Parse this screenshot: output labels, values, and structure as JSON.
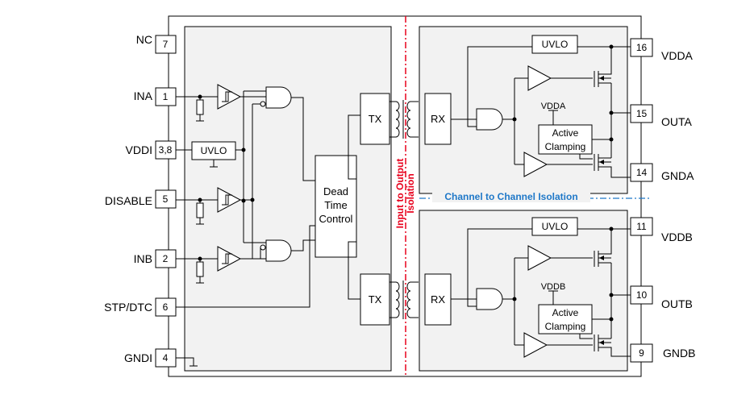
{
  "left_pins": [
    {
      "name": "NC",
      "num": "7"
    },
    {
      "name": "INA",
      "num": "1"
    },
    {
      "name": "VDDI",
      "num": "3,8"
    },
    {
      "name": "DISABLE",
      "num": "5"
    },
    {
      "name": "INB",
      "num": "2"
    },
    {
      "name": "STP/DTC",
      "num": "6"
    },
    {
      "name": "GNDI",
      "num": "4"
    }
  ],
  "right_pins": [
    {
      "name": "VDDA",
      "num": "16"
    },
    {
      "name": "OUTA",
      "num": "15"
    },
    {
      "name": "GNDA",
      "num": "14"
    },
    {
      "name": "VDDB",
      "num": "11"
    },
    {
      "name": "OUTB",
      "num": "10"
    },
    {
      "name": "GNDB",
      "num": "9"
    }
  ],
  "blocks": {
    "uvlo": "UVLO",
    "dead_time": [
      "Dead",
      "Time",
      "Control"
    ],
    "tx": "TX",
    "rx": "RX",
    "active_clamping": [
      "Active",
      "Clamping"
    ],
    "vdda_label": "VDDA",
    "vddb_label": "VDDB"
  },
  "isolation": {
    "input_output": [
      "Input to Output",
      "Isolation"
    ],
    "channel": "Channel to Channel Isolation"
  },
  "colors": {
    "isolation_red": "#e8001c",
    "channel_blue": "#1f78c8",
    "panel_fill": "#f2f2f2"
  }
}
